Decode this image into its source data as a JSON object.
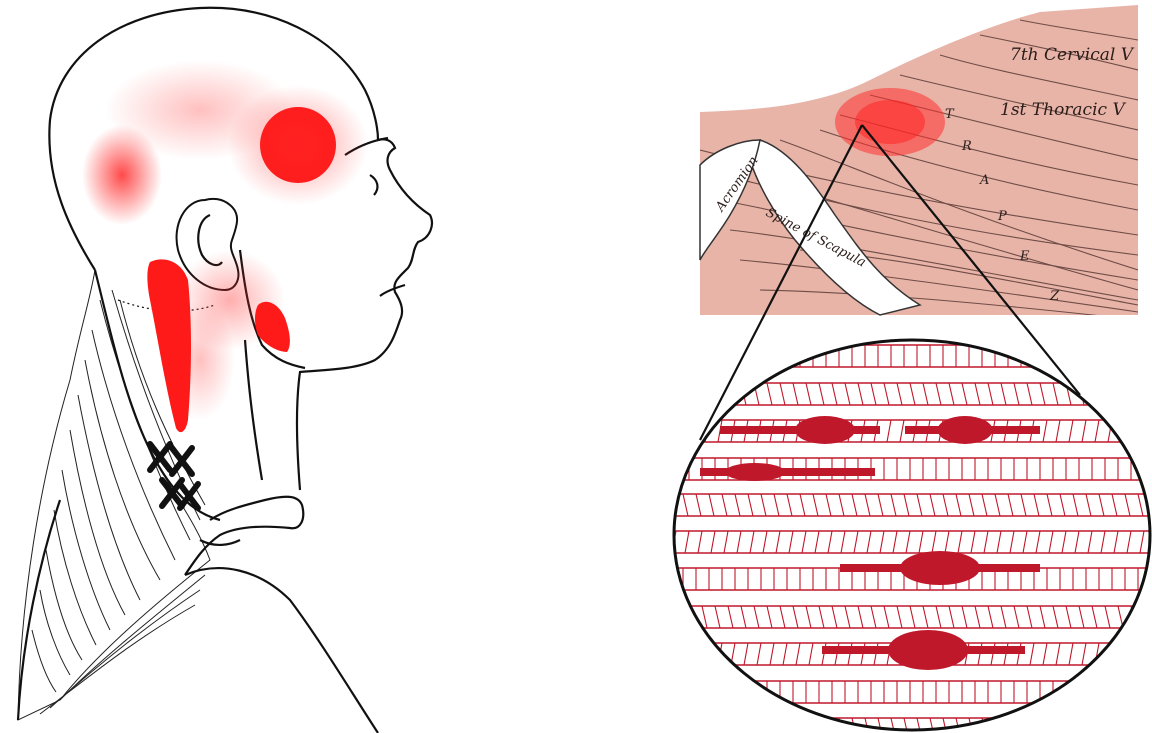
{
  "anatomy_labels": {
    "cervical": "7th Cervical V",
    "thoracic": "1st Thoracic V",
    "acromion": "Acromion",
    "spine_of_scapula": "Spine of Scapula",
    "trapezius": [
      "T",
      "R",
      "A",
      "P",
      "E",
      "Z"
    ]
  },
  "colors": {
    "referred_pain": "#ff0000",
    "trigger_band": "#c0182b",
    "muscle": "#e8b4a8",
    "outline": "#111111"
  }
}
